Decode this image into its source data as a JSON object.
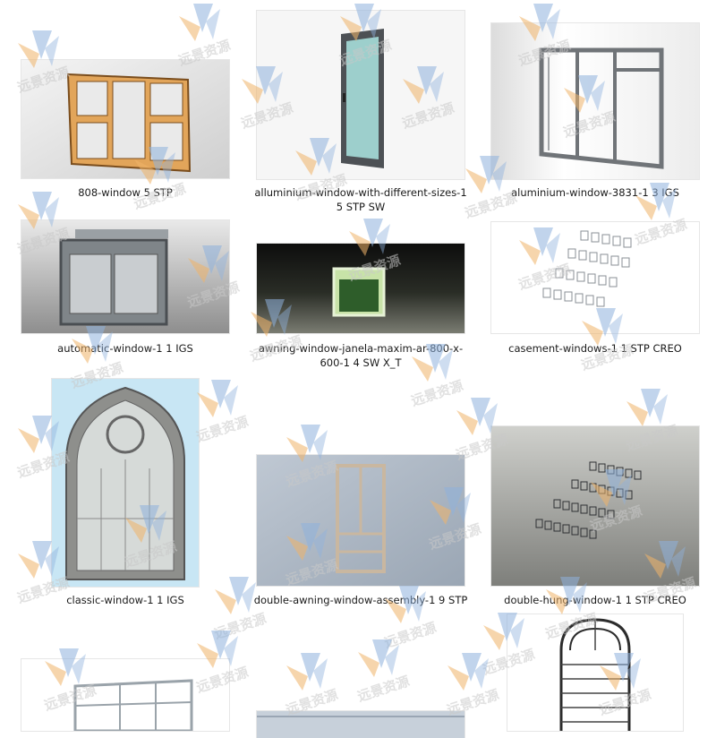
{
  "files": [
    {
      "label": "808-window 5 STP",
      "icon": "wood-window-thumbnail"
    },
    {
      "label": "alluminium-window-with-different-sizes-1 5 STP SW",
      "icon": "door-window-thumbnail"
    },
    {
      "label": "aluminium-window-3831-1 3 IGS",
      "icon": "aluminium-window-thumbnail"
    },
    {
      "label": "automatic-window-1 1 IGS",
      "icon": "automatic-window-thumbnail"
    },
    {
      "label": "awning-window-janela-maxim-ar-800-x-600-1 4 SW X_T",
      "icon": "awning-window-thumbnail"
    },
    {
      "label": "casement-windows-1 1 STP CREO",
      "icon": "casement-windows-thumbnail"
    },
    {
      "label": "classic-window-1 1 IGS",
      "icon": "gothic-window-thumbnail"
    },
    {
      "label": "double-awning-window-assembly-1 9 STP",
      "icon": "double-awning-thumbnail"
    },
    {
      "label": "double-hung-window-1 1 STP CREO",
      "icon": "double-hung-thumbnail"
    },
    {
      "label": "",
      "icon": "window-grid-thumbnail"
    },
    {
      "label": "",
      "icon": "window-frame-thumbnail"
    },
    {
      "label": "",
      "icon": "arched-window-thumbnail"
    }
  ],
  "watermark": {
    "text": "远景资源",
    "colors": {
      "blue": "#8fb2dd",
      "orange": "#f0b46a",
      "text": "#c9c9c9"
    }
  }
}
